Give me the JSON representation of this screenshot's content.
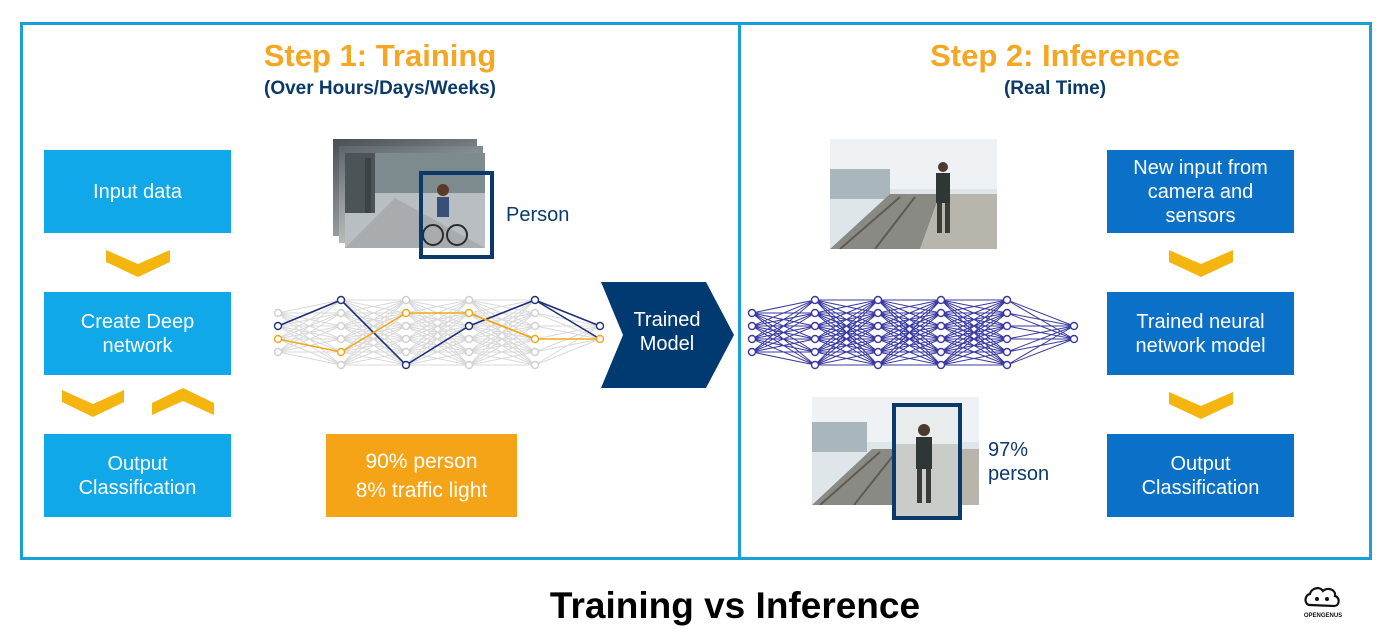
{
  "left": {
    "title": "Step 1: Training",
    "subtitle": "(Over Hours/Days/Weeks)",
    "boxes": [
      "Input data",
      "Create Deep\nnetwork",
      "Output\nClassification"
    ],
    "photo_label": "Person",
    "result": "90% person\n8% traffic light"
  },
  "middle": {
    "trained_label": "Trained\nModel"
  },
  "right": {
    "title": "Step 2: Inference",
    "subtitle": "(Real Time)",
    "boxes": [
      "New input from\ncamera and\nsensors",
      "Trained neural\nnetwork model",
      "Output\nClassification"
    ],
    "photo_label": "97%\nperson"
  },
  "footer": {
    "title": "Training vs Inference",
    "logo_text": "OPENGENUS"
  },
  "colors": {
    "border": "#1aa0d8",
    "accent": "#f5a623",
    "navy": "#0b3a6a",
    "cyan": "#10a8e8",
    "blue": "#0a70c8",
    "orange": "#f5a418"
  }
}
